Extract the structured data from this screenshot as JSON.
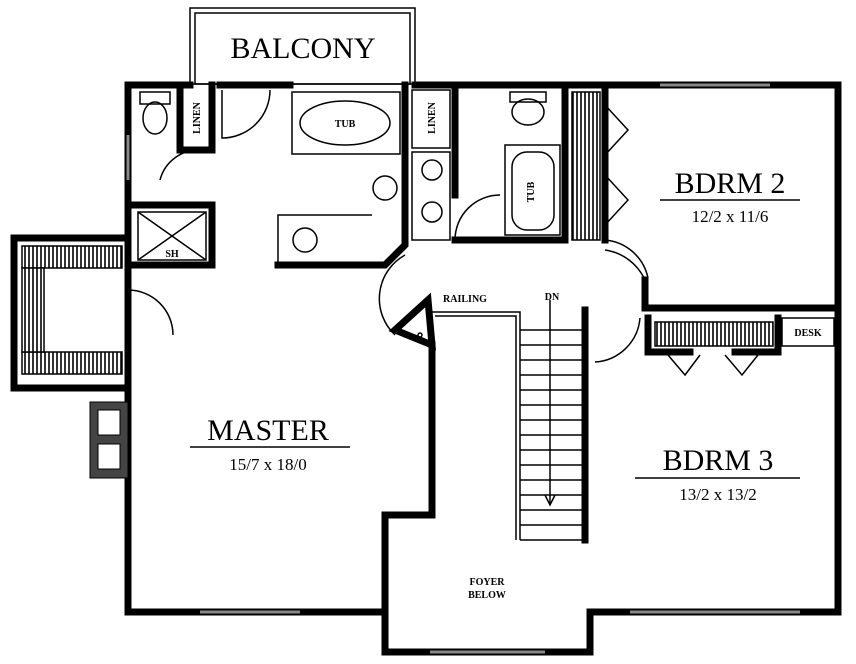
{
  "rooms": {
    "balcony": {
      "label": "BALCONY"
    },
    "master": {
      "label": "MASTER",
      "dims": "15/7 x 18/0"
    },
    "bdrm2": {
      "label": "BDRM 2",
      "dims": "12/2 x 11/6"
    },
    "bdrm3": {
      "label": "BDRM 3",
      "dims": "13/2 x 13/2"
    },
    "foyer": {
      "line1": "FOYER",
      "line2": "BELOW"
    }
  },
  "fixtures": {
    "linen1": "LINEN",
    "linen2": "LINEN",
    "tub1": "TUB",
    "tub2": "TUB",
    "shower": "SH",
    "railing": "RAILING",
    "stairs_dn": "DN",
    "desk": "DESK"
  }
}
